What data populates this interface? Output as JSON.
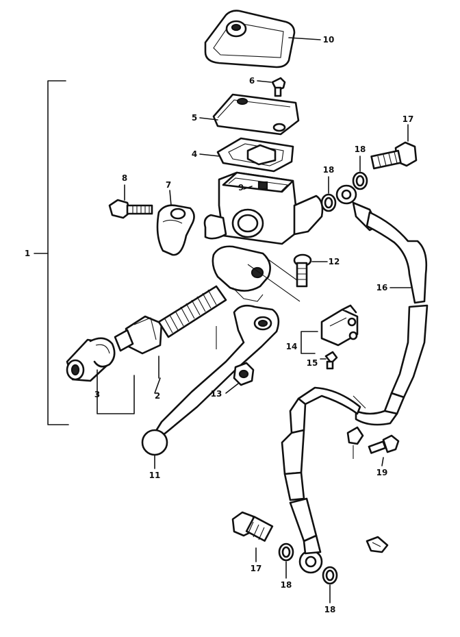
{
  "callouts": {
    "p1": "1",
    "p2": "2",
    "p3": "3",
    "p4": "4",
    "p5": "5",
    "p6": "6",
    "p7": "7",
    "p8": "8",
    "p9": "9",
    "p10": "10",
    "p11": "11",
    "p12": "12",
    "p13": "13",
    "p14": "14",
    "p15": "15",
    "p16": "16",
    "p17a": "17",
    "p17b": "17",
    "p18a": "18",
    "p18b": "18",
    "p18c": "18",
    "p18d": "18",
    "p19": "19"
  },
  "colors": {
    "ink": "#111111",
    "paper": "#ffffff"
  }
}
